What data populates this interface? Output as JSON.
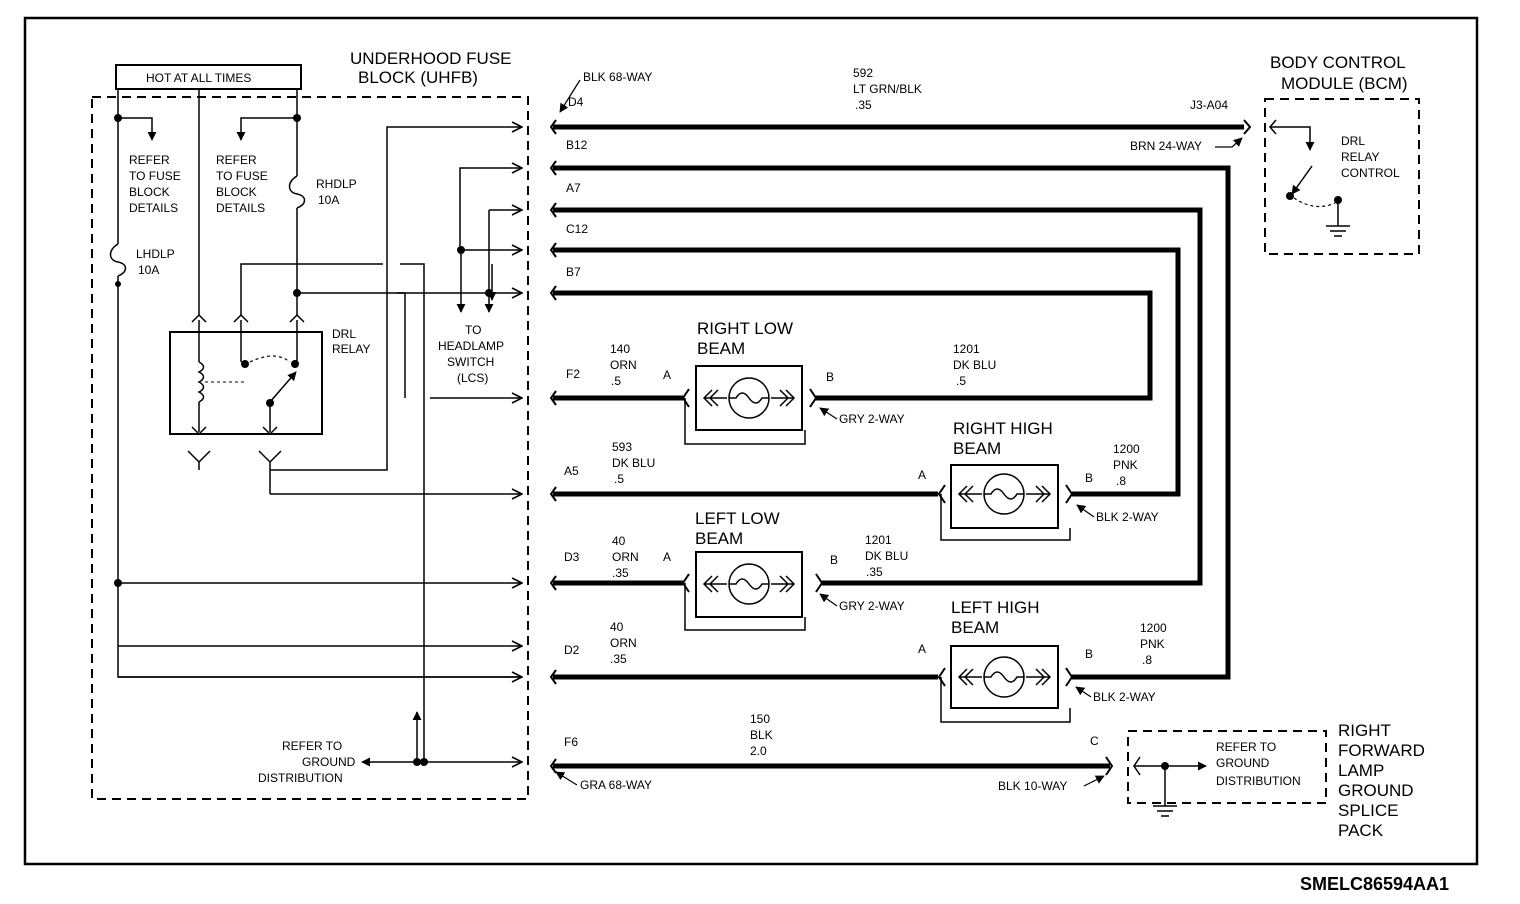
{
  "fuse_block": {
    "title_line1": "UNDERHOOD FUSE",
    "title_line2": "BLOCK (UHFB)",
    "hot_label": "HOT AT ALL TIMES",
    "refer1": [
      "REFER",
      "TO FUSE",
      "BLOCK",
      "DETAILS"
    ],
    "refer2": [
      "REFER",
      "TO FUSE",
      "BLOCK",
      "DETAILS"
    ],
    "rhdlp": [
      "RHDLP",
      "10A"
    ],
    "lhdlp": [
      "LHDLP",
      "10A"
    ],
    "drl_relay": [
      "DRL",
      "RELAY"
    ],
    "to_headlamp": [
      "TO",
      "HEADLAMP",
      "SWITCH",
      "(LCS)"
    ],
    "refer_ground": [
      "REFER TO",
      "GROUND",
      "DISTRIBUTION"
    ]
  },
  "bcm": {
    "title": [
      "BODY CONTROL",
      "MODULE (BCM)"
    ],
    "relay_control": [
      "DRL",
      "RELAY",
      "CONTROL"
    ],
    "connector": "J3-A04",
    "connector_type": "BRN 24-WAY"
  },
  "connectors": {
    "top": "BLK 68-WAY",
    "bottom": "GRA 68-WAY",
    "pins": [
      "D4",
      "B12",
      "A7",
      "C12",
      "B7",
      "F2",
      "A5",
      "D3",
      "D2",
      "F6"
    ]
  },
  "wires": {
    "w592": [
      "592",
      "LT GRN/BLK",
      ".35"
    ],
    "w140": [
      "140",
      "ORN",
      ".5"
    ],
    "w1201a": [
      "1201",
      "DK BLU",
      ".5"
    ],
    "w593": [
      "593",
      "DK BLU",
      ".5"
    ],
    "w1200a": [
      "1200",
      "PNK",
      ".8"
    ],
    "w40a": [
      "40",
      "ORN",
      ".35"
    ],
    "w1201b": [
      "1201",
      "DK BLU",
      ".35"
    ],
    "w40b": [
      "40",
      "ORN",
      ".35"
    ],
    "w1200b": [
      "1200",
      "PNK",
      ".8"
    ],
    "w150": [
      "150",
      "BLK",
      "2.0"
    ]
  },
  "lamps": {
    "right_low": {
      "title": [
        "RIGHT LOW",
        "BEAM"
      ],
      "pin_a": "A",
      "pin_b": "B",
      "connector": "GRY 2-WAY"
    },
    "right_high": {
      "title": [
        "RIGHT HIGH",
        "BEAM"
      ],
      "pin_a": "A",
      "pin_b": "B",
      "connector": "BLK 2-WAY"
    },
    "left_low": {
      "title": [
        "LEFT LOW",
        "BEAM"
      ],
      "pin_a": "A",
      "pin_b": "B",
      "connector": "GRY 2-WAY"
    },
    "left_high": {
      "title": [
        "LEFT HIGH",
        "BEAM"
      ],
      "pin_a": "A",
      "pin_b": "B",
      "connector": "BLK 2-WAY"
    }
  },
  "ground_splice": {
    "pin": "C",
    "connector": "BLK 10-WAY",
    "refer": [
      "REFER TO",
      "GROUND",
      "DISTRIBUTION"
    ],
    "title": [
      "RIGHT",
      "FORWARD",
      "LAMP",
      "GROUND",
      "SPLICE",
      "PACK"
    ]
  },
  "diagram_code": "SMELC86594AA1"
}
